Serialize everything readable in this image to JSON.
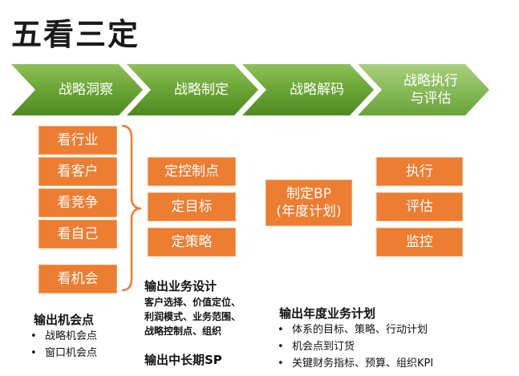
{
  "title": "五看三定",
  "stages": [
    {
      "label": "战略洞察"
    },
    {
      "label": "战略制定"
    },
    {
      "label": "战略解码"
    },
    {
      "label": "战略执行\n与评估"
    }
  ],
  "look_items": [
    "看行业",
    "看客户",
    "看竞争",
    "看自己",
    "看机会"
  ],
  "define_items": [
    "定控制点",
    "定目标",
    "定策略"
  ],
  "decode_box": "制定BP\n(年度计划)",
  "exec_items": [
    "执行",
    "评估",
    "监控"
  ],
  "output_opportunity": {
    "heading": "输出机会点",
    "bullets": [
      "战略机会点",
      "窗口机会点"
    ]
  },
  "output_business": {
    "heading": "输出业务设计",
    "lines": [
      "客户选择、价值定位、",
      "利润模式、业务范围、",
      "战略控制点、组织"
    ]
  },
  "output_sp": "输出中长期SP",
  "output_annual": {
    "heading": "输出年度业务计划",
    "bullets": [
      "体系的目标、策略、行动计划",
      "机会点到订货",
      "关键财务指标、预算、组织KPI"
    ]
  },
  "colors": {
    "chevron": "#6aa434",
    "box": "#ed7d31",
    "brace": "#ed7d31"
  },
  "icons": {
    "bullet": "•"
  }
}
